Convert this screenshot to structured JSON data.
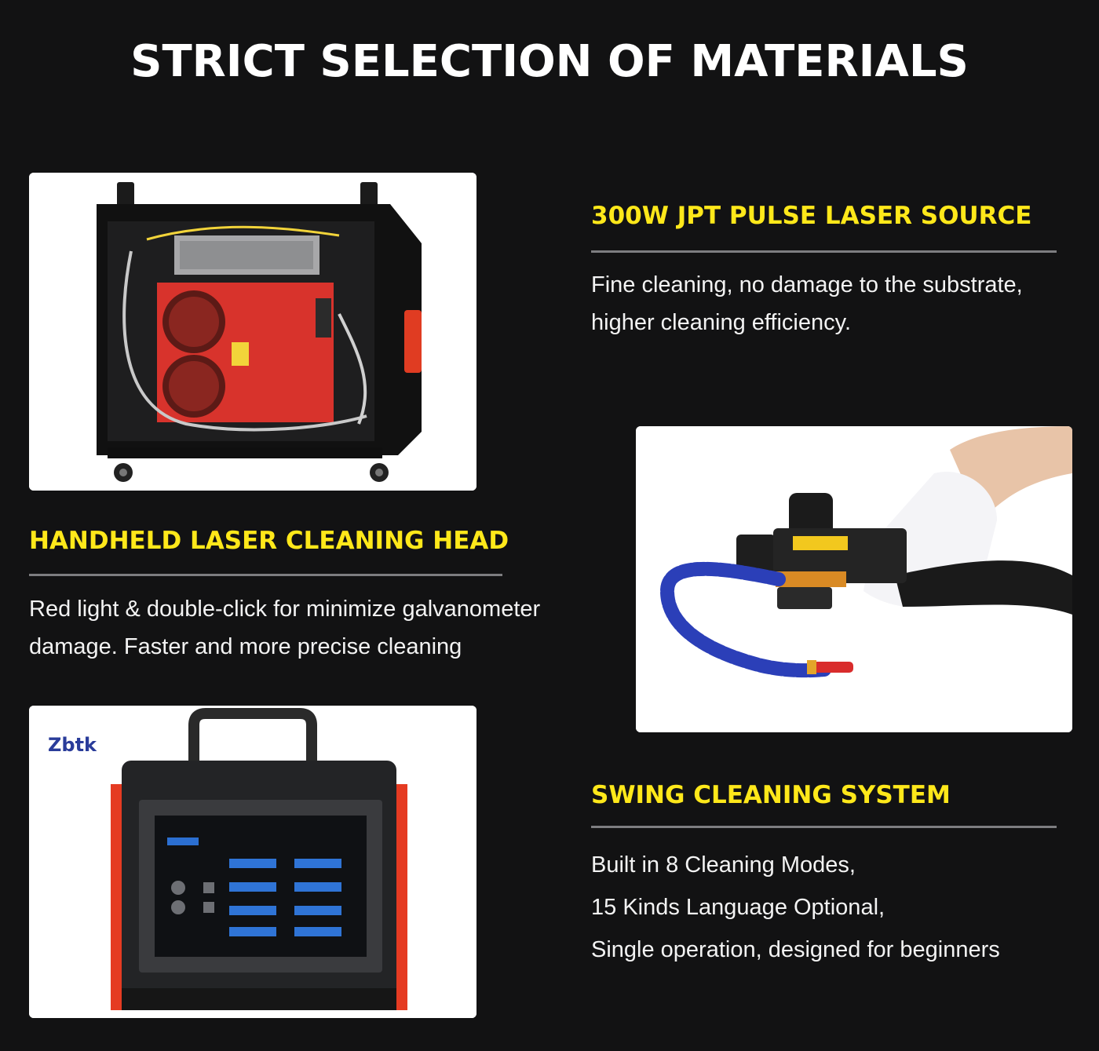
{
  "page": {
    "title": "STRICT SELECTION OF MATERIALS"
  },
  "features": [
    {
      "heading": "300W JPT PULSE LASER SOURCE",
      "lines": [
        "Fine cleaning, no damage to the substrate,",
        "higher cleaning efficiency."
      ]
    },
    {
      "heading": "HANDHELD LASER CLEANING HEAD",
      "lines": [
        "Red light & double-click for minimize galvanometer",
        "damage. Faster and more precise cleaning"
      ]
    },
    {
      "heading": "SWING CLEANING SYSTEM",
      "lines": [
        "Built in 8 Cleaning Modes,",
        "15 Kinds Language Optional,",
        "Single operation, designed for beginners"
      ]
    }
  ],
  "brand": {
    "logo_text": "Zbtk"
  },
  "colors": {
    "background": "#121213",
    "heading_yellow": "#ffe81a",
    "rule_gray": "#7d7d80",
    "body_text": "#f3f3f3"
  }
}
